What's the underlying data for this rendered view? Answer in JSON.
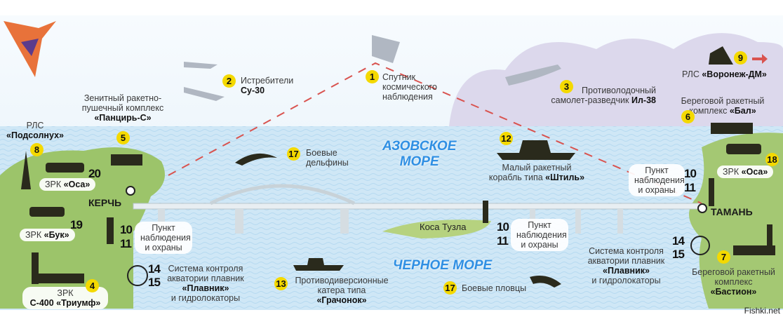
{
  "colors": {
    "badge": "#f4d900",
    "sea": "#cfe7f6",
    "land": "#9cc46a",
    "cloud": "#dcd8ec",
    "sea_label": "#2f8fe3",
    "dash": "#d9534f"
  },
  "places": {
    "kerch": "КЕРЧЬ",
    "taman": "ТАМАНЬ",
    "tuzla": "Коса Тузла",
    "azov": [
      "АЗОВСКОЕ",
      "МОРЕ"
    ],
    "black_sea": "ЧЕРНОЕ МОРЕ"
  },
  "items": {
    "i1": {
      "num": "1",
      "lines": [
        "Спутник",
        "космического",
        "наблюдения"
      ]
    },
    "i2": {
      "num": "2",
      "lines": [
        "Истребители",
        "Су-30"
      ]
    },
    "i3": {
      "num": "3",
      "lines": [
        "Противолодочный",
        "самолет-разведчик",
        "Ил-38"
      ]
    },
    "i4": {
      "num": "4",
      "lines": [
        "ЗРК",
        "С-400 «Триумф»"
      ]
    },
    "i5": {
      "num": "5",
      "lines": [
        "Зенитный ракетно-",
        "пушечный комплекс",
        "«Панцирь-С»"
      ]
    },
    "i6": {
      "num": "6",
      "lines": [
        "Береговой ракетный",
        "комплекс",
        "«Бал»"
      ]
    },
    "i7": {
      "num": "7",
      "lines": [
        "Береговой ракетный",
        "комплекс",
        "«Бастион»"
      ]
    },
    "i8": {
      "num": "8",
      "lines": [
        "РЛС",
        "«Подсолнух»"
      ]
    },
    "i9": {
      "num": "9",
      "lines": [
        "РЛС",
        "«Воронеж-ДМ»"
      ]
    },
    "i10_11": {
      "nums": [
        "10",
        "11"
      ],
      "lines": [
        "Пункт",
        "наблюдения",
        "и охраны"
      ]
    },
    "i12": {
      "num": "12",
      "lines": [
        "Малый ракетный",
        "корабль типа",
        "«Штиль»"
      ]
    },
    "i13": {
      "num": "13",
      "lines": [
        "Противодиверсионные",
        "катера типа",
        "«Грачонок»"
      ]
    },
    "i14_15": {
      "nums": [
        "14",
        "15"
      ],
      "lines": [
        "Система контроля",
        "акватории плавник",
        "«Плавник»",
        "и гидролокаторы"
      ]
    },
    "i17a": {
      "num": "17",
      "lines": [
        "Боевые",
        "дельфины"
      ]
    },
    "i17b": {
      "num": "17",
      "lines": [
        "Боевые пловцы"
      ]
    },
    "i18": {
      "num": "18",
      "lines": [
        "ЗРК",
        "«Оса»"
      ]
    },
    "i19": {
      "num": "19",
      "lines": [
        "ЗРК",
        "«Бук»"
      ]
    },
    "i20": {
      "num": "20",
      "lines": [
        "ЗРК",
        "«Оса»"
      ]
    }
  },
  "watermark": "Fishki.net"
}
